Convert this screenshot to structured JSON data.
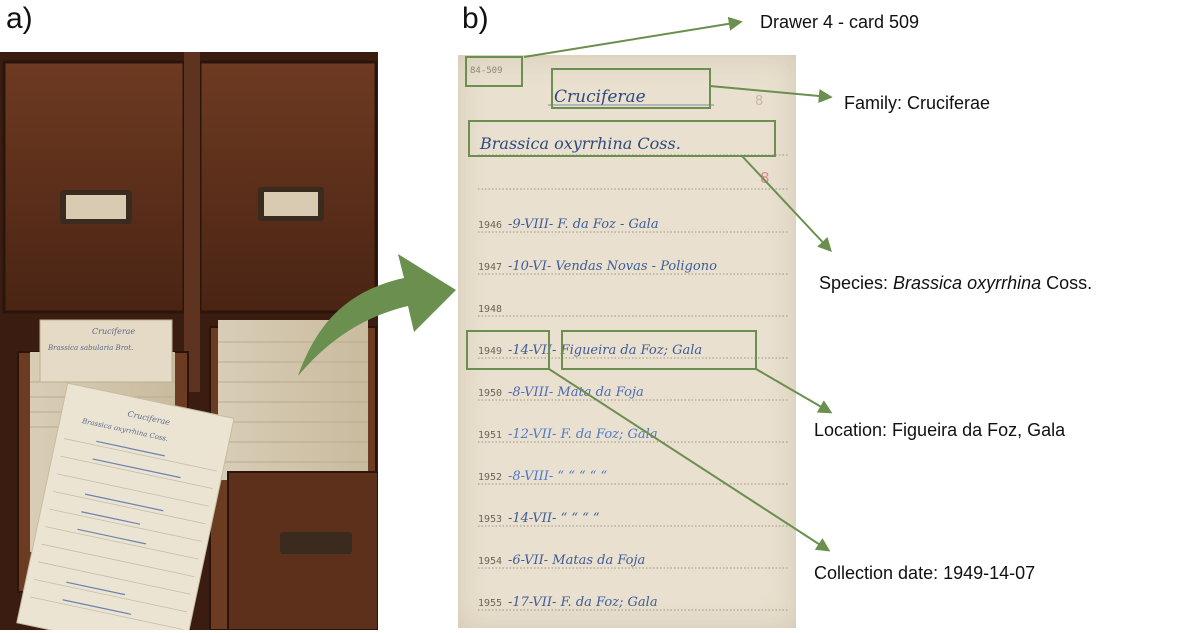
{
  "panel_a_label": "a)",
  "panel_b_label": "b)",
  "card": {
    "code": "84-509",
    "family": "Cruciferae",
    "species": "Brassica oxyrrhina Coss.",
    "pencil_mark": "8",
    "rows": [
      {
        "year": "1946",
        "entry": "-9-VIII- F. da Foz - Gala",
        "ink": "#3e5c95"
      },
      {
        "year": "1947",
        "entry": "-10-VI- Vendas Novas - Poligono",
        "ink": "#3e5c95"
      },
      {
        "year": "1948",
        "entry": "",
        "ink": "#3e5c95"
      },
      {
        "year": "1949",
        "entry": "-14-VII- Figueira da Foz; Gala",
        "ink": "#3e5c95"
      },
      {
        "year": "1950",
        "entry": "-8-VIII- Mata da Foja",
        "ink": "#4f6ab3"
      },
      {
        "year": "1951",
        "entry": "-12-VII- F. da Foz; Gala",
        "ink": "#4f78c9"
      },
      {
        "year": "1952",
        "entry": "-8-VIII- “ “ “ “ “",
        "ink": "#4f78c9"
      },
      {
        "year": "1953",
        "entry": "-14-VII- “ “ “ “",
        "ink": "#3e5c95"
      },
      {
        "year": "1954",
        "entry": "-6-VII- Matas da Foja",
        "ink": "#3e5c95"
      },
      {
        "year": "1955",
        "entry": "-17-VII- F. da Foz; Gala",
        "ink": "#3e5c95"
      }
    ]
  },
  "photo": {
    "front_card_family": "Cruciferae",
    "front_card_species": "Brassica oxyrrhina Coss.",
    "back_card_family": "Cruciferae",
    "back_card_species": "Brassica sabularia Brot."
  },
  "annotations": {
    "drawer": "Drawer 4 - card 509",
    "family": "Family: Cruciferae",
    "species_prefix": "Species: ",
    "species_name": "Brassica oxyrrhina",
    "species_suffix": " Coss.",
    "location": "Location: Figueira da Foz, Gala",
    "date": "Collection date: 1949-14-07"
  },
  "colors": {
    "annotation_green": "#6a8f4e",
    "wood_dark": "#5a2f1a",
    "wood_mid": "#7a4529",
    "card_paper": "#e9e0cf"
  }
}
